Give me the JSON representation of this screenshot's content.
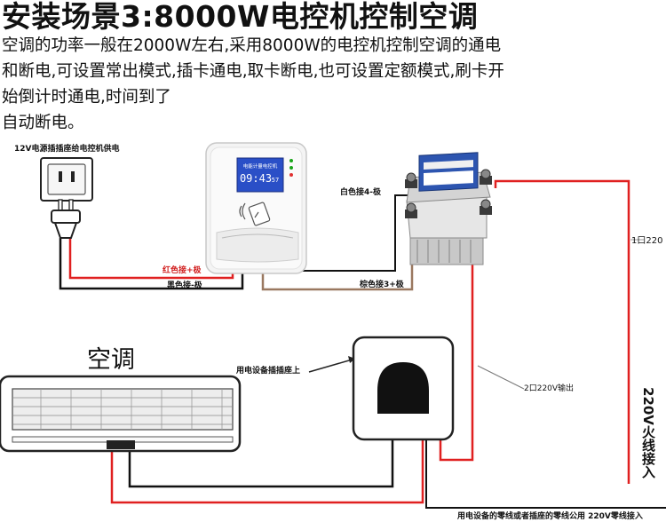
{
  "title": "安装场景3:8000W电控机控制空调",
  "paragraph": {
    "line1": "空调的功率一般在2000W左右,采用8000W的电控机控制空调的通电",
    "line2": "和断电,可设置常出模式,插卡通电,取卡断电,也可设置定额模式,刷卡开",
    "line3": "始倒计时通电,时间到了",
    "line4": "自动断电。"
  },
  "labels": {
    "power_note": "12V电源插插座给电控机供电",
    "white_wire": "白色接4-极",
    "red_wire": "红色接+极",
    "black_wire": "黑色接-极",
    "brown_wire": "棕色接3+极",
    "port1": "1口220",
    "socket_note": "用电设备插插座上",
    "port2": "2口220V输出",
    "ac_name": "空调",
    "live_in": "220V火线接入",
    "neutral_note": "用电设备的零线或者插座的零线公用  220V零线接入"
  },
  "controller": {
    "screen_header": "电能计量电控机",
    "screen_time": "09:43",
    "screen_seconds": "57"
  },
  "colors": {
    "wire_red": "#e02020",
    "wire_black": "#111111",
    "wire_brown": "#9a7860",
    "screen_blue": "#2a4fc7",
    "relay_label_blue": "#2d55b0"
  }
}
